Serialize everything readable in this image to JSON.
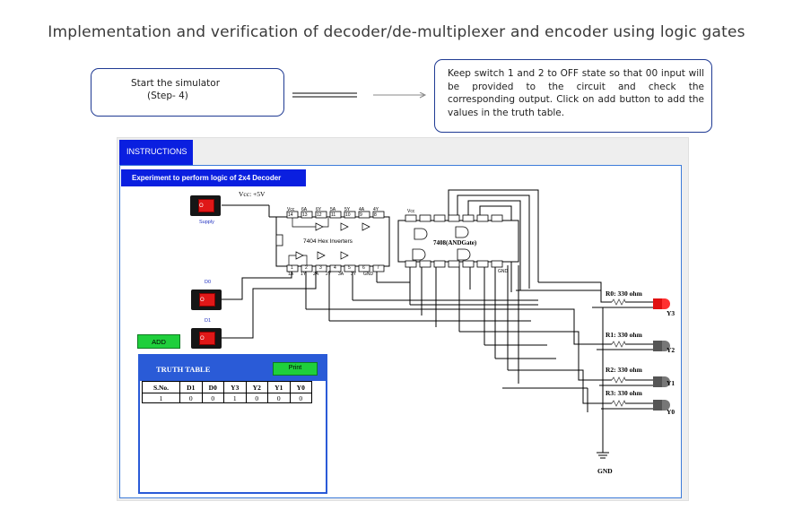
{
  "page": {
    "title": "Implementation and verification of decoder/de-multiplexer and encoder using logic gates"
  },
  "callouts": {
    "step_line1": "Start the simulator",
    "step_line2": "(Step- 4)",
    "instruction": "Keep switch 1 and 2 to OFF state so that 00 input will be provided to the circuit and check the corresponding output. Click on add button to add the values in the truth table."
  },
  "simulator": {
    "instructions_tab": "INSTRUCTIONS",
    "experiment_title": "Experiment to perform logic of 2x4 Decoder",
    "vcc_label": "Vcc: +5V",
    "supply_label": "Supply",
    "d0_label": "D0",
    "d1_label": "D1",
    "switch_mark": "O",
    "add_button": "ADD",
    "ic_7404": {
      "name": "7404 Hex Inverters",
      "top_pin_labels": [
        "Vcc",
        "6A",
        "6Y",
        "5A",
        "5Y",
        "4A",
        "4Y"
      ],
      "top_pin_numbers": [
        "14",
        "13",
        "12",
        "11",
        "10",
        "9",
        "8"
      ],
      "bottom_pin_numbers": [
        "1",
        "2",
        "3",
        "4",
        "5",
        "6",
        "7"
      ],
      "bottom_pin_labels": [
        "1A",
        "1Y",
        "2A",
        "2Y",
        "3A",
        "3Y",
        "GND"
      ]
    },
    "ic_7408": {
      "name": "7408(ANDGate)",
      "top_label": "Vcc",
      "bottom_label": "GND"
    },
    "resistors": [
      {
        "label": "R0: 330 ohm",
        "output": "Y3",
        "led_color": "#e01010"
      },
      {
        "label": "R1: 330 ohm",
        "output": "Y2",
        "led_color": "#555555"
      },
      {
        "label": "R2: 330 ohm",
        "output": "Y1",
        "led_color": "#555555"
      },
      {
        "label": "R3: 330 ohm",
        "output": "Y0",
        "led_color": "#555555"
      }
    ],
    "gnd_label": "GND"
  },
  "truth_table": {
    "title": "TRUTH TABLE",
    "print_button": "Print",
    "headers": [
      "S.No.",
      "D1",
      "D0",
      "Y3",
      "Y2",
      "Y1",
      "Y0"
    ],
    "rows": [
      [
        "1",
        "0",
        "0",
        "1",
        "0",
        "0",
        "0"
      ]
    ]
  },
  "colors": {
    "accent_blue": "#0a1fe0",
    "button_green": "#1fcf3c",
    "switch_red": "#e01818"
  }
}
